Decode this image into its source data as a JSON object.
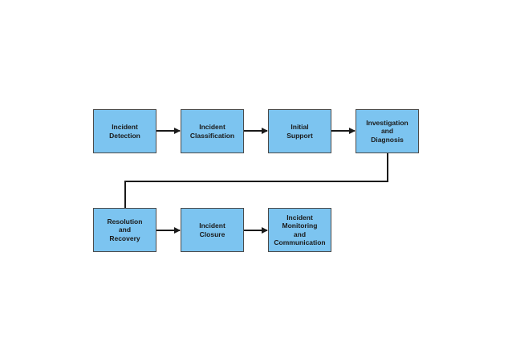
{
  "diagram": {
    "nodes": {
      "detection": "Incident\nDetection",
      "classification": "Incident\nClassification",
      "initial_support": "Initial\nSupport",
      "investigation": "Investigation\nand\nDiagnosis",
      "resolution": "Resolution\nand\nRecovery",
      "closure": "Incident\nClosure",
      "monitoring": "Incident\nMonitoring\nand\nCommunication"
    },
    "colors": {
      "node_fill": "#7cc4f0",
      "node_border": "#4a4a4a",
      "connector": "#1a1a1a"
    }
  }
}
